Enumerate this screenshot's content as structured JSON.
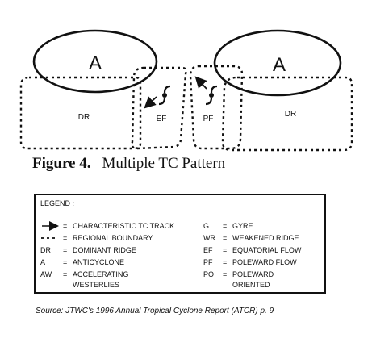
{
  "diagram": {
    "labels": {
      "anticyclone_left": "A",
      "anticyclone_right": "A",
      "dr_left": "DR",
      "dr_right": "DR",
      "ef": "EF",
      "pf": "PF"
    }
  },
  "figure": {
    "number": "Figure 4.",
    "title": "Multiple TC Pattern"
  },
  "legend": {
    "title": "LEGEND :",
    "left_column": [
      {
        "symbol": "",
        "eq": "=",
        "description": "CHARACTERISTIC TC TRACK"
      },
      {
        "symbol": "",
        "eq": "=",
        "description": "REGIONAL BOUNDARY"
      },
      {
        "symbol": "DR",
        "eq": "=",
        "description": "DOMINANT RIDGE"
      },
      {
        "symbol": "A",
        "eq": "=",
        "description": "ANTICYCLONE"
      },
      {
        "symbol": "AW",
        "eq": "=",
        "description": "ACCELERATING"
      },
      {
        "symbol": "",
        "eq": "",
        "description": "WESTERLIES"
      }
    ],
    "right_column": [
      {
        "symbol": "G",
        "eq": "=",
        "description": "GYRE"
      },
      {
        "symbol": "WR",
        "eq": "=",
        "description": "WEAKENED RIDGE"
      },
      {
        "symbol": "EF",
        "eq": "=",
        "description": "EQUATORIAL FLOW"
      },
      {
        "symbol": "PF",
        "eq": "=",
        "description": "POLEWARD FLOW"
      },
      {
        "symbol": "PO",
        "eq": "=",
        "description": "POLEWARD"
      },
      {
        "symbol": "",
        "eq": "",
        "description": "ORIENTED"
      }
    ]
  },
  "source": "Source: JTWC's 1996 Annual Tropical Cyclone Report (ATCR) p. 9"
}
